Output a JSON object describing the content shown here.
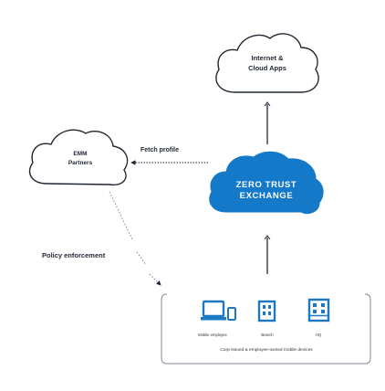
{
  "internet_cloud": {
    "line1": "Internet &",
    "line2": "Cloud Apps"
  },
  "emm_cloud": {
    "line1": "EMM",
    "line2": "Partners"
  },
  "zero_trust": {
    "line1": "ZERO TRUST",
    "line2": "EXCHANGE",
    "color": "#1479c9"
  },
  "fetch_profile": {
    "label": "Fetch profile"
  },
  "policy_enforcement": {
    "label": "Policy enforcement"
  },
  "devices": {
    "items": [
      {
        "label": "Mobile employee",
        "icon": "laptop-phone-icon"
      },
      {
        "label": "Branch",
        "icon": "branch-building-icon"
      },
      {
        "label": "HQ",
        "icon": "hq-building-icon"
      }
    ],
    "caption": "Corp-issued & employee-owned mobile devices",
    "icon_color": "#1d78c4"
  },
  "colors": {
    "outline": "#1f2733",
    "blue": "#1479c9",
    "dotted": "#6b7a8f"
  }
}
